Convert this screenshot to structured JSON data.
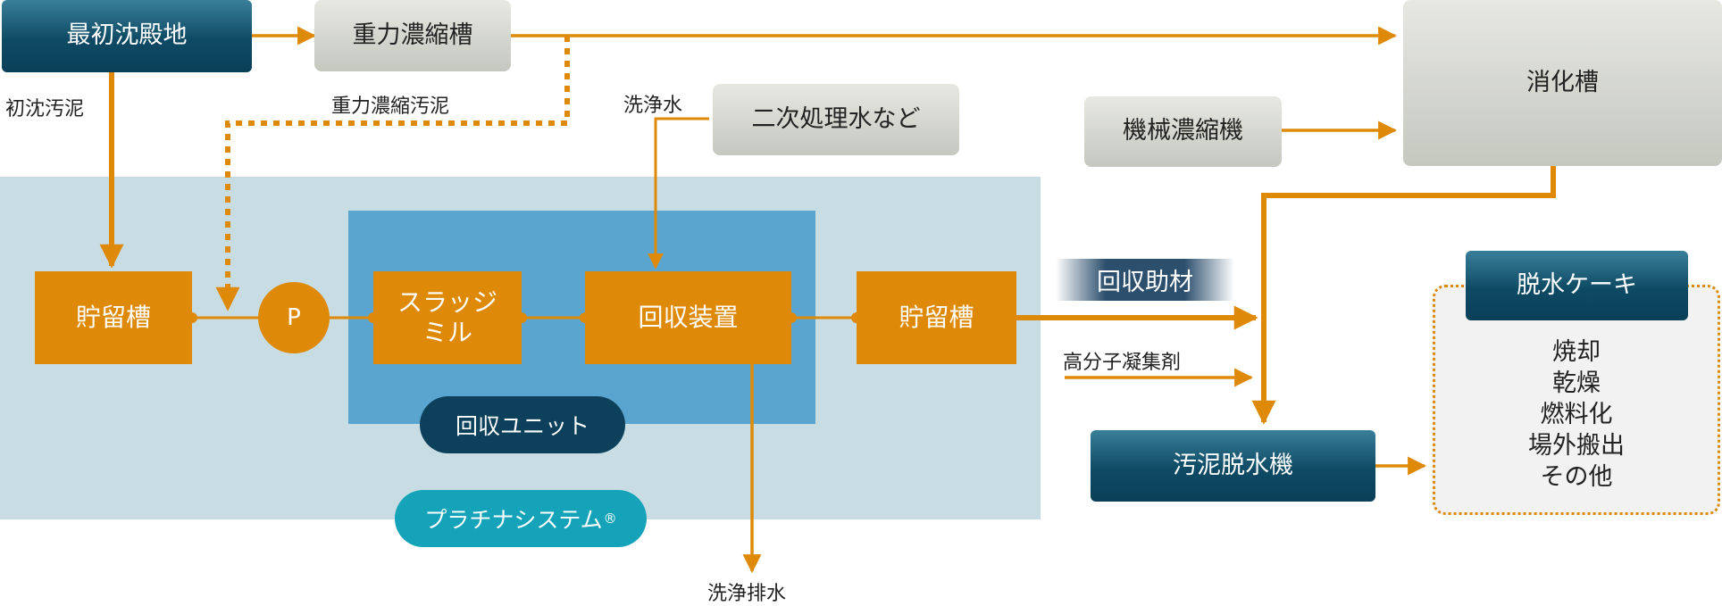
{
  "nodes": {
    "primary_settling": "最初沈殿地",
    "gravity_thickener": "重力濃縮槽",
    "digester": "消化槽",
    "mechanical_thickener": "機械濃縮機",
    "secondary_water": "二次処理水など",
    "storage_left": "貯留槽",
    "pump": "P",
    "sludge_mill_line1": "スラッジ",
    "sludge_mill_line2": "ミル",
    "recovery_device": "回収装置",
    "storage_right": "貯留槽",
    "dewatering_machine": "汚泥脱水機",
    "dewatered_cake": "脱水ケーキ"
  },
  "labels": {
    "primary_sludge": "初沈汚泥",
    "gravity_sludge": "重力濃縮汚泥",
    "wash_water": "洗浄水",
    "wash_drain": "洗浄排水",
    "recovery_aid": "回収助材",
    "polymer_flocculant": "高分子凝集剤",
    "recovery_unit": "回収ユニット",
    "platina_system": "プラチナシステム",
    "registered_mark": "®"
  },
  "outlets": [
    "焼却",
    "乾燥",
    "燃料化",
    "場外搬出",
    "その他"
  ],
  "colors": {
    "flow_orange": "#de8a08",
    "navy": "#0e4a64",
    "system_area": "#c8dde3",
    "unit_area": "#5aa5cf",
    "recovery_unit_pill": "#0c405b",
    "platina_pill": "#14a3b8",
    "grey_box": "#d4d6cf"
  }
}
